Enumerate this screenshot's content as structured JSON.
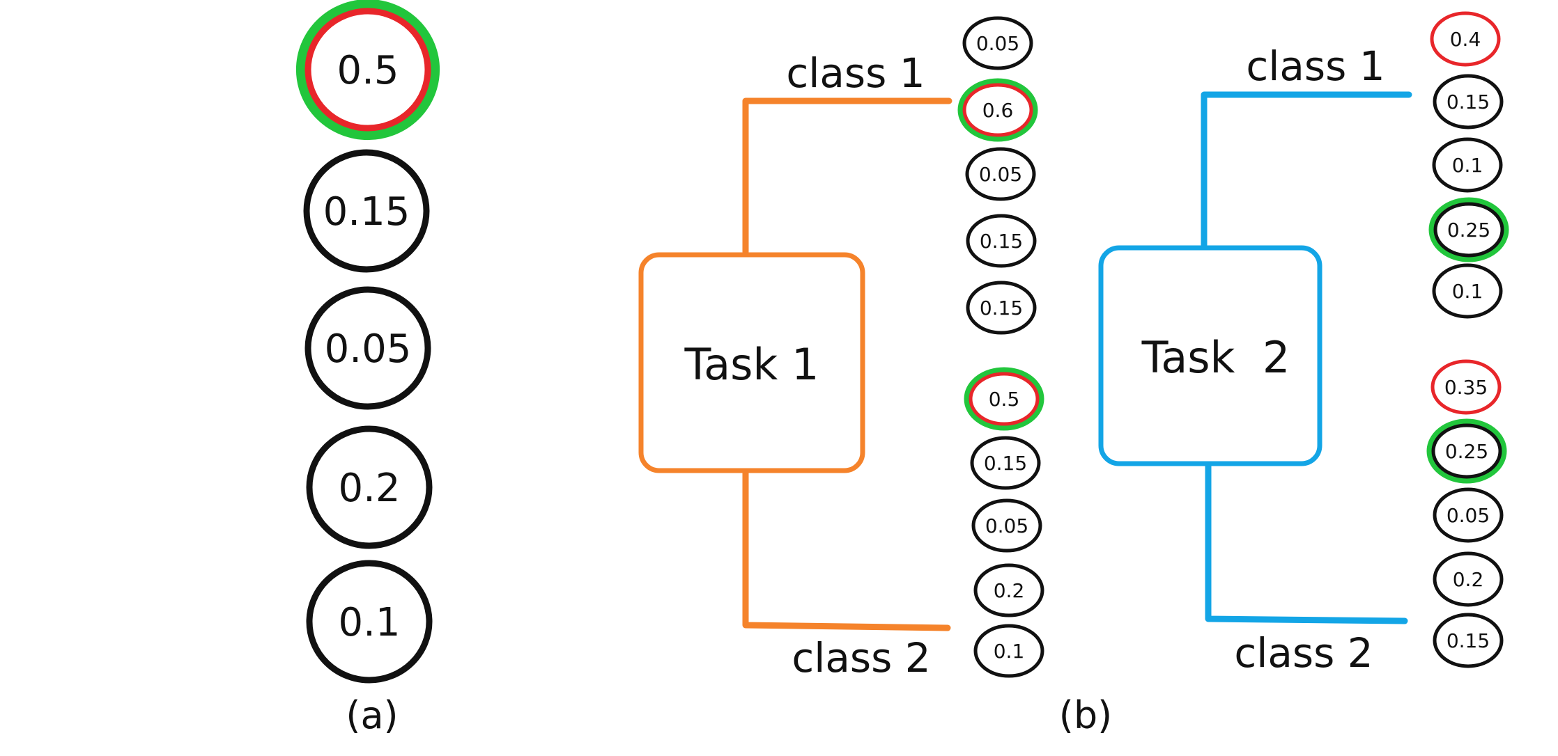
{
  "colors": {
    "ring": "#111111",
    "highlight_outer": "#22c63c",
    "highlight_inner": "#e8262a",
    "task1": "#f5832b",
    "task2": "#13a5e6",
    "background": "#ffffff"
  },
  "panel_a": {
    "caption": "(a)",
    "nodes": [
      {
        "value": "0.5",
        "green": true,
        "red": true
      },
      {
        "value": "0.15",
        "green": false,
        "red": false
      },
      {
        "value": "0.05",
        "green": false,
        "red": false
      },
      {
        "value": "0.2",
        "green": false,
        "red": false
      },
      {
        "value": "0.1",
        "green": false,
        "red": false
      }
    ]
  },
  "panel_b": {
    "caption": "(b)",
    "task1": {
      "label": "Task 1",
      "class1_label": "class 1",
      "class2_label": "class 2",
      "class1_nodes": [
        {
          "value": "0.05",
          "green": false,
          "red": false
        },
        {
          "value": "0.6",
          "green": true,
          "red": true
        },
        {
          "value": "0.05",
          "green": false,
          "red": false
        },
        {
          "value": "0.15",
          "green": false,
          "red": false
        },
        {
          "value": "0.15",
          "green": false,
          "red": false
        }
      ],
      "class2_nodes": [
        {
          "value": "0.5",
          "green": true,
          "red": true
        },
        {
          "value": "0.15",
          "green": false,
          "red": false
        },
        {
          "value": "0.05",
          "green": false,
          "red": false
        },
        {
          "value": "0.2",
          "green": false,
          "red": false
        },
        {
          "value": "0.1",
          "green": false,
          "red": false
        }
      ]
    },
    "task2": {
      "label": "Task  2",
      "class1_label": "class 1",
      "class2_label": "class 2",
      "class1_nodes": [
        {
          "value": "0.4",
          "green": false,
          "red": true
        },
        {
          "value": "0.15",
          "green": false,
          "red": false
        },
        {
          "value": "0.1",
          "green": false,
          "red": false
        },
        {
          "value": "0.25",
          "green": true,
          "red": false
        },
        {
          "value": "0.1",
          "green": false,
          "red": false
        }
      ],
      "class2_nodes": [
        {
          "value": "0.35",
          "green": false,
          "red": true
        },
        {
          "value": "0.25",
          "green": true,
          "red": false
        },
        {
          "value": "0.05",
          "green": false,
          "red": false
        },
        {
          "value": "0.2",
          "green": false,
          "red": false
        },
        {
          "value": "0.15",
          "green": false,
          "red": false
        }
      ]
    }
  }
}
